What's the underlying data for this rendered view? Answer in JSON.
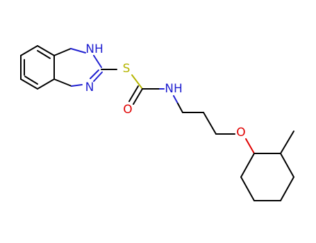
{
  "molecule": {
    "atoms": {
      "nh": {
        "text": "NH",
        "color": "#1f1fd0"
      },
      "n": {
        "text": "N",
        "color": "#1f1fd0"
      },
      "s": {
        "text": "S",
        "color": "#b5b500"
      },
      "amide_nh": {
        "text": "NH",
        "color": "#1f1fd0"
      },
      "o_carbonyl": {
        "text": "O",
        "color": "#e00000"
      },
      "o_ether": {
        "text": "O",
        "color": "#e00000"
      }
    }
  }
}
